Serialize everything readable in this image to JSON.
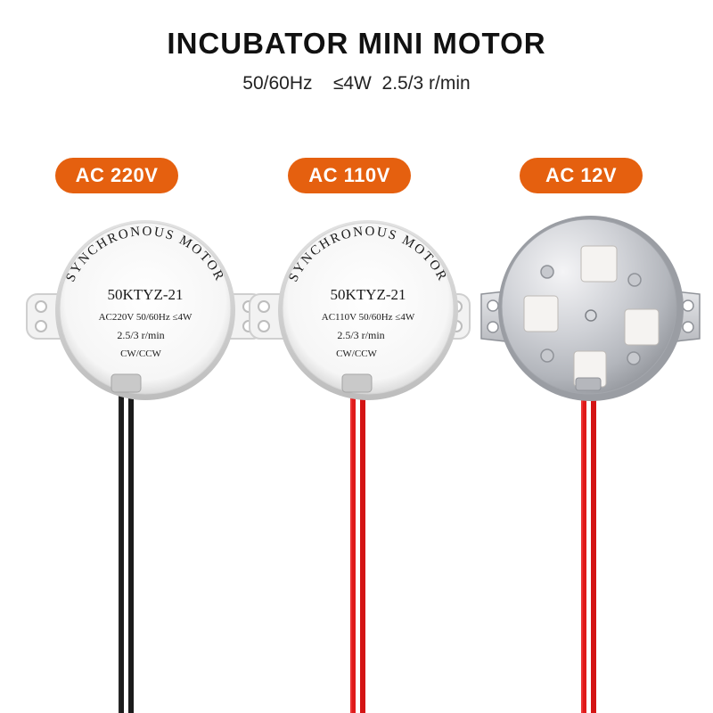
{
  "title": "INCUBATOR MINI MOTOR",
  "subtitle": "50/60Hz    ≤4W  2.5/3 r/min",
  "colors": {
    "badge": "#e5600f",
    "wire_black": "#1b1b1b",
    "wire_red": "#e01b1b"
  },
  "motors": [
    {
      "badge": "AC 220V",
      "curved_text": "SYNCHRONOUS MOTOR",
      "model": "50KTYZ-21",
      "rating": "AC220V 50/60Hz ≤4W",
      "speed": "2.5/3 r/min",
      "direction": "CW/CCW",
      "wire": "black"
    },
    {
      "badge": "AC 110V",
      "curved_text": "SYNCHRONOUS MOTOR",
      "model": "50KTYZ-21",
      "rating": "AC110V 50/60Hz ≤4W",
      "speed": "2.5/3 r/min",
      "direction": "CW/CCW",
      "wire": "red"
    },
    {
      "badge": "AC 12V",
      "view": "back",
      "wire": "red"
    }
  ]
}
